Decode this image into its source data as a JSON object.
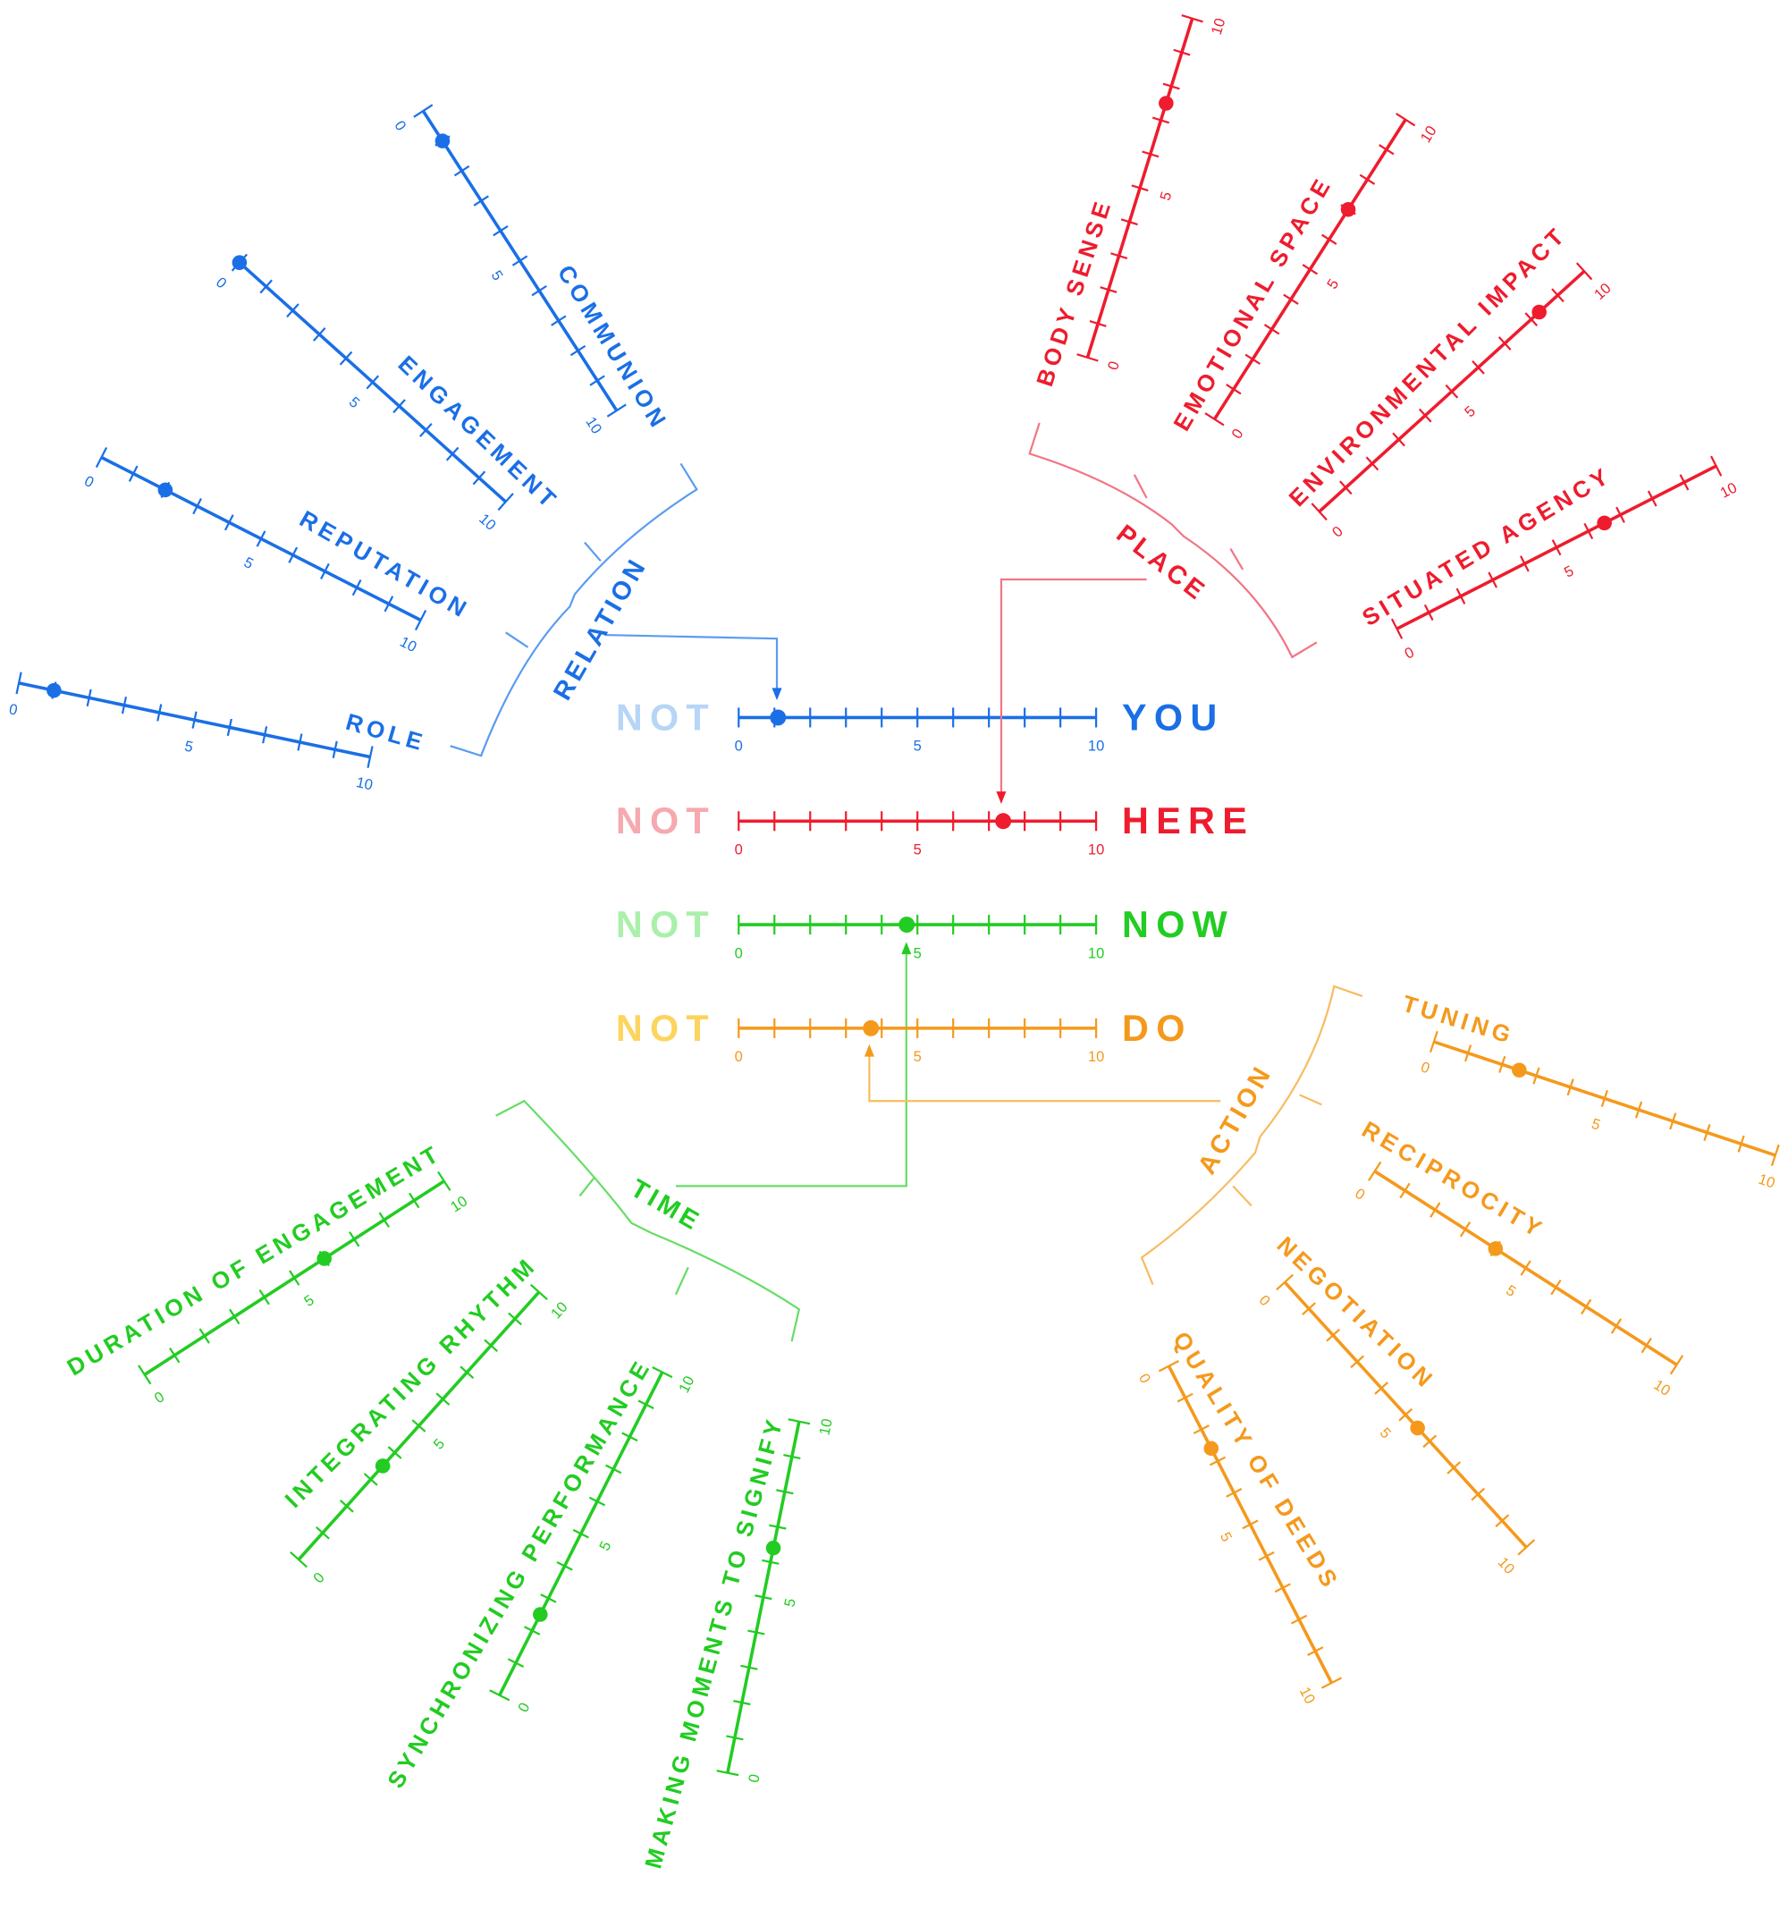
{
  "ticks": [
    "0",
    "5",
    "10"
  ],
  "groups": [
    {
      "name": "RELATION",
      "color": "#1a6fe6",
      "light": "#b7d5f6",
      "bracket": "#5a9cf0",
      "center": {
        "not_label": "NOT",
        "word": "YOU",
        "value": 1.1
      },
      "axes": [
        {
          "label": "COMMUNION",
          "value": 1
        },
        {
          "label": "ENGAGEMENT",
          "value": 0
        },
        {
          "label": "REPUTATION",
          "value": 2
        },
        {
          "label": "ROLE",
          "value": 1
        }
      ]
    },
    {
      "name": "PLACE",
      "color": "#ee1c2e",
      "light": "#f6a9ae",
      "bracket": "#f27584",
      "center": {
        "not_label": "NOT",
        "word": "HERE",
        "value": 7.4
      },
      "axes": [
        {
          "label": "BODY SENSE",
          "value": 7.5
        },
        {
          "label": "EMOTIONAL SPACE",
          "value": 7
        },
        {
          "label": "ENVIRONMENTAL IMPACT",
          "value": 8.3
        },
        {
          "label": "SITUATED AGENCY",
          "value": 6.5
        }
      ]
    },
    {
      "name": "TIME",
      "color": "#22cc22",
      "light": "#aaf0aa",
      "bracket": "#66dd66",
      "center": {
        "not_label": "NOT",
        "word": "NOW",
        "value": 4.7
      },
      "axes": [
        {
          "label": "DURATION OF ENGAGEMENT",
          "value": 6
        },
        {
          "label": "INTEGRATING RHYTHM",
          "value": 3.5
        },
        {
          "label": "SYNCHRONIZING PERFORMANCE",
          "value": 2.5
        },
        {
          "label": "MAKING MOMENTS TO SIGNIFY",
          "value": 6.4
        }
      ]
    },
    {
      "name": "ACTION",
      "color": "#f5991c",
      "light": "#fcd45e",
      "bracket": "#f8bc60",
      "center": {
        "not_label": "NOT",
        "word": "DO",
        "value": 3.7
      },
      "axes": [
        {
          "label": "TUNING",
          "value": 2.5
        },
        {
          "label": "RECIPROCITY",
          "value": 4
        },
        {
          "label": "NEGOTIATION",
          "value": 5.5
        },
        {
          "label": "QUALITY OF DEEDS",
          "value": 2.6
        }
      ]
    }
  ]
}
